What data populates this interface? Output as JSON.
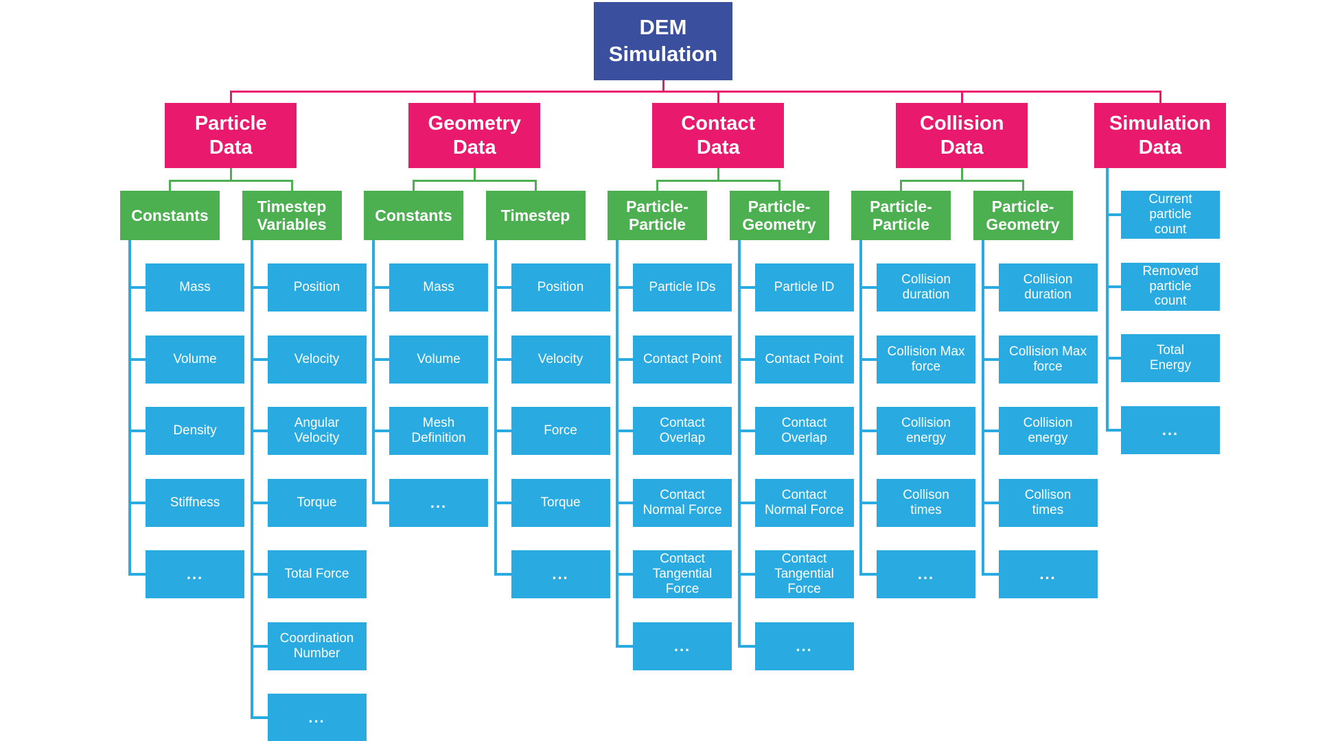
{
  "diagram_title": "DEM Simulation",
  "colors": {
    "root_box": "#3A4F9E",
    "branch_box": "#E91A6E",
    "group_box": "#4CAF50",
    "leaf_box": "#29ABE2",
    "text": "#FFFFFF",
    "background": "#FFFFFF"
  },
  "tree": {
    "label": "DEM\nSimulation",
    "branches": [
      {
        "label": "Particle\nData",
        "groups": [
          {
            "label": "Constants",
            "items": [
              "Mass",
              "Volume",
              "Density",
              "Stiffness",
              "..."
            ]
          },
          {
            "label": "Timestep\nVariables",
            "items": [
              "Position",
              "Velocity",
              "Angular\nVelocity",
              "Torque",
              "Total Force",
              "Coordination\nNumber",
              "..."
            ]
          }
        ]
      },
      {
        "label": "Geometry\nData",
        "groups": [
          {
            "label": "Constants",
            "items": [
              "Mass",
              "Volume",
              "Mesh\nDefinition",
              "..."
            ]
          },
          {
            "label": "Timestep",
            "items": [
              "Position",
              "Velocity",
              "Force",
              "Torque",
              "..."
            ]
          }
        ]
      },
      {
        "label": "Contact\nData",
        "groups": [
          {
            "label": "Particle-\nParticle",
            "items": [
              "Particle IDs",
              "Contact Point",
              "Contact\nOverlap",
              "Contact\nNormal Force",
              "Contact\nTangential\nForce",
              "..."
            ]
          },
          {
            "label": "Particle-\nGeometry",
            "items": [
              "Particle ID",
              "Contact Point",
              "Contact\nOverlap",
              "Contact\nNormal Force",
              "Contact\nTangential\nForce",
              "..."
            ]
          }
        ]
      },
      {
        "label": "Collision\nData",
        "groups": [
          {
            "label": "Particle-\nParticle",
            "items": [
              "Collision\nduration",
              "Collision Max\nforce",
              "Collision\nenergy",
              "Collison\ntimes",
              "..."
            ]
          },
          {
            "label": "Particle-\nGeometry",
            "items": [
              "Collision\nduration",
              "Collision Max\nforce",
              "Collision\nenergy",
              "Collison\ntimes",
              "..."
            ]
          }
        ]
      },
      {
        "label": "Simulation\nData",
        "groups": [
          {
            "label": null,
            "items": [
              "Current\nparticle\ncount",
              "Removed\nparticle\ncount",
              "Total\nEnergy",
              "..."
            ]
          }
        ]
      }
    ]
  }
}
